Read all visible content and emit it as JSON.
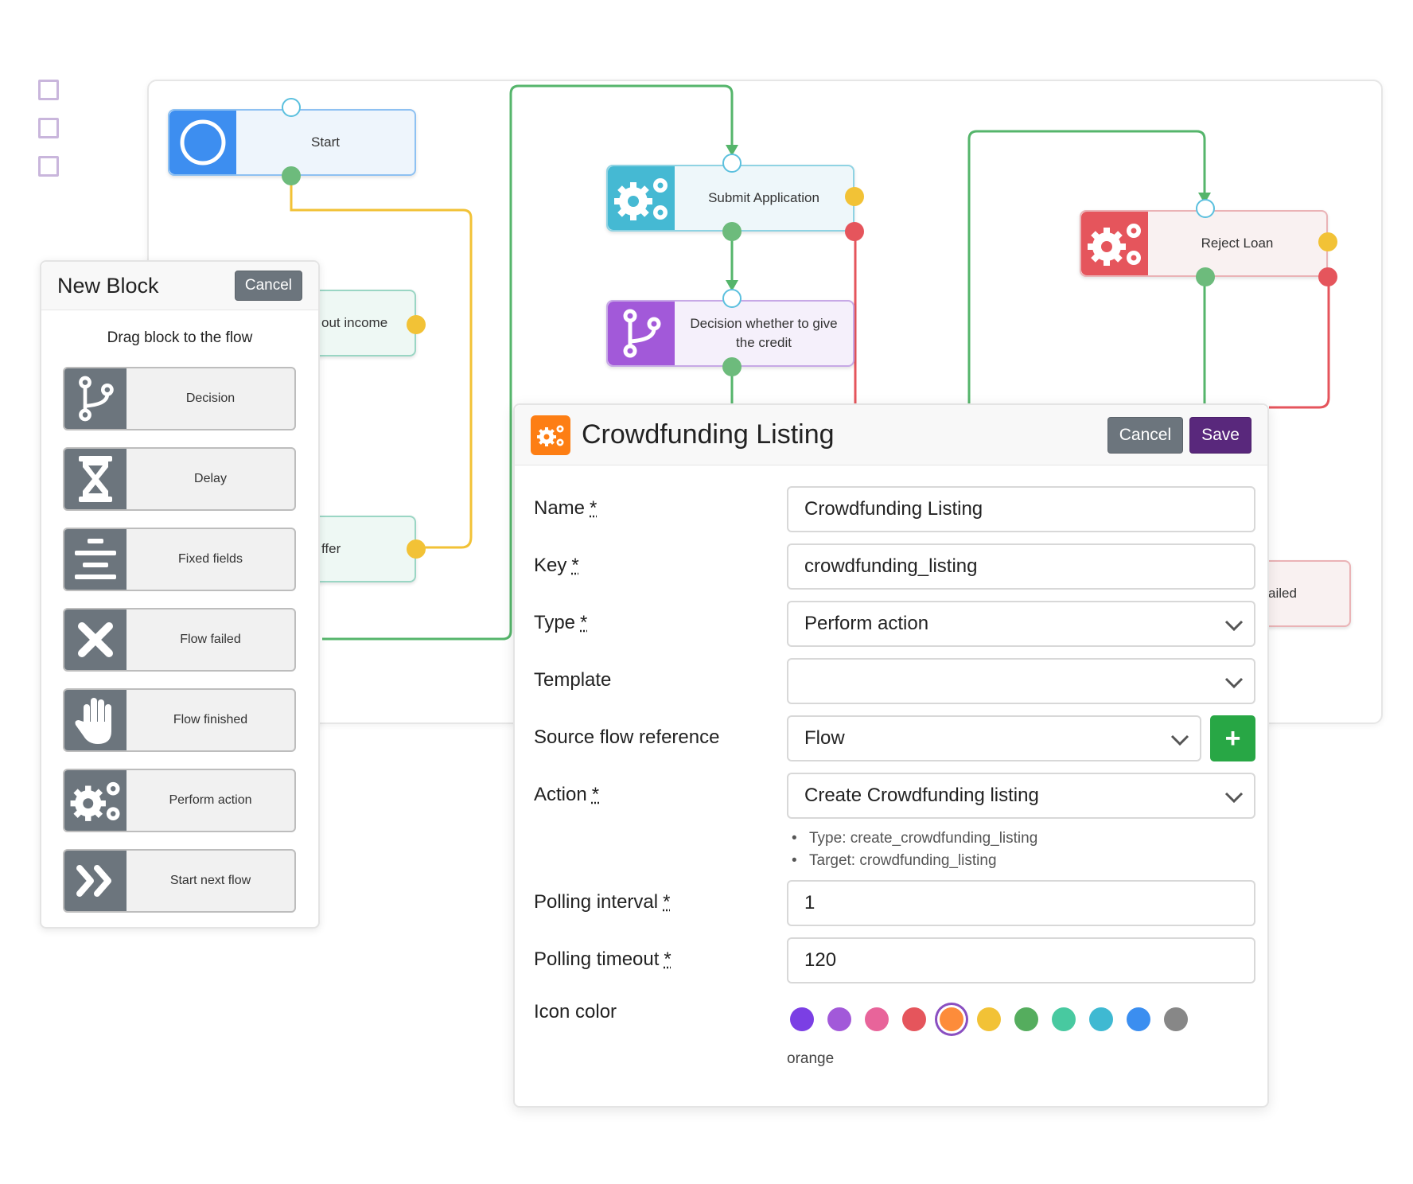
{
  "flow": {
    "nodes": {
      "start": "Start",
      "submit_application": "Submit Application",
      "decision_credit": "Decision whether to give the credit",
      "reject_loan": "Reject Loan",
      "partial_income": "out income",
      "partial_offer": "ffer",
      "partial_failed": "ailed"
    }
  },
  "new_block": {
    "title": "New Block",
    "cancel_label": "Cancel",
    "subtitle": "Drag block to the flow",
    "blocks": [
      {
        "label": "Decision",
        "icon": "decision-icon"
      },
      {
        "label": "Delay",
        "icon": "hourglass-icon"
      },
      {
        "label": "Fixed fields",
        "icon": "align-center-icon"
      },
      {
        "label": "Flow failed",
        "icon": "x-icon"
      },
      {
        "label": "Flow finished",
        "icon": "hand-icon"
      },
      {
        "label": "Perform action",
        "icon": "gears-icon"
      },
      {
        "label": "Start next flow",
        "icon": "double-chevron-icon"
      }
    ]
  },
  "modal": {
    "title": "Crowdfunding Listing",
    "cancel_label": "Cancel",
    "save_label": "Save",
    "fields": {
      "name": {
        "label": "Name",
        "value": "Crowdfunding Listing",
        "required": "*"
      },
      "key": {
        "label": "Key",
        "value": "crowdfunding_listing",
        "required": "*"
      },
      "type": {
        "label": "Type",
        "value": "Perform action",
        "required": "*"
      },
      "template": {
        "label": "Template",
        "value": ""
      },
      "source_flow": {
        "label": "Source flow reference",
        "value": "Flow",
        "add_label": "+"
      },
      "action": {
        "label": "Action",
        "value": "Create Crowdfunding listing",
        "required": "*",
        "hints": [
          "Type: create_crowdfunding_listing",
          "Target: crowdfunding_listing"
        ]
      },
      "polling_interval": {
        "label": "Polling interval",
        "value": "1",
        "required": "*"
      },
      "polling_timeout": {
        "label": "Polling timeout",
        "value": "120",
        "required": "*"
      },
      "icon_color": {
        "label": "Icon color",
        "selected": "orange",
        "swatches": [
          "#7b3fe4",
          "#a259d9",
          "#e8649a",
          "#e5555c",
          "#fd8c3a",
          "#f2c236",
          "#55ad5e",
          "#48c9a0",
          "#3fb9d2",
          "#3b8ef0",
          "#878787"
        ],
        "selected_index": 4
      }
    }
  },
  "colors": {
    "accent_purple": "#59287c",
    "green": "#28a745",
    "orange": "#fd7e14"
  }
}
